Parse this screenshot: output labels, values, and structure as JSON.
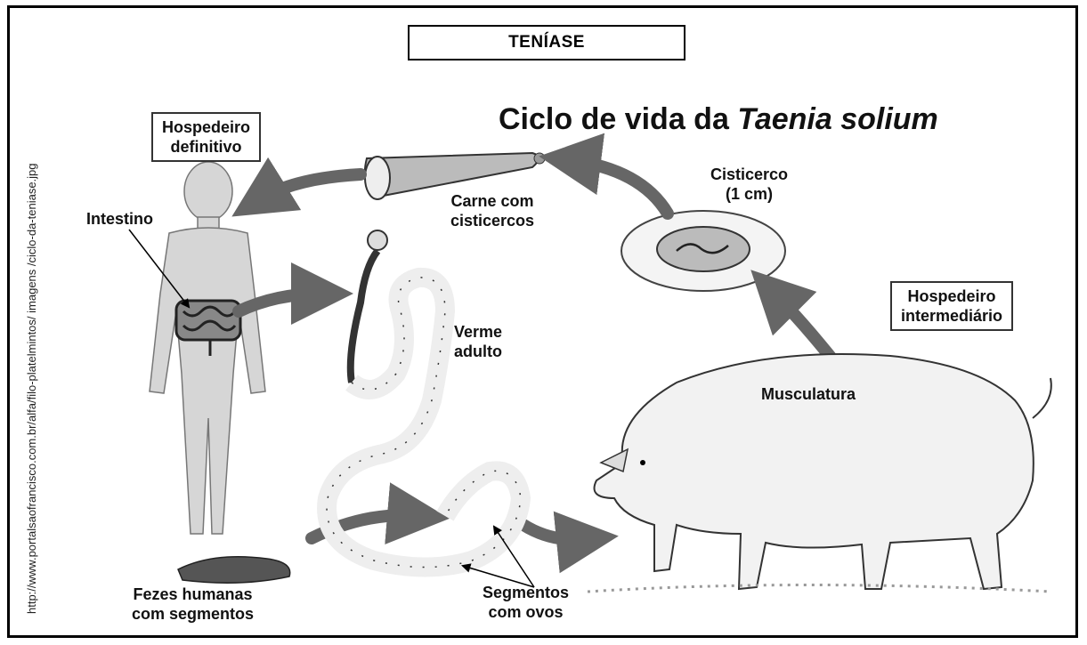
{
  "title": "TENÍASE",
  "heading": {
    "prefix": "Ciclo de vida da ",
    "species": "Taenia solium"
  },
  "source_url": "http://www.portalsaofrancisco.com.br/alfa/filo-platelmintos/ imagens /ciclo-da-teniase.jpg",
  "labels": {
    "host_definitive_1": "Hospedeiro",
    "host_definitive_2": "definitivo",
    "intestine": "Intestino",
    "meat_1": "Carne com",
    "meat_2": "cisticercos",
    "cysticercus_1": "Cisticerco",
    "cysticercus_2": "(1 cm)",
    "host_intermediate_1": "Hospedeiro",
    "host_intermediate_2": "intermediário",
    "adult_worm_1": "Verme",
    "adult_worm_2": "adulto",
    "musculature": "Musculatura",
    "feces_1": "Fezes humanas",
    "feces_2": "com segmentos",
    "segments_1": "Segmentos",
    "segments_2": "com ovos"
  }
}
